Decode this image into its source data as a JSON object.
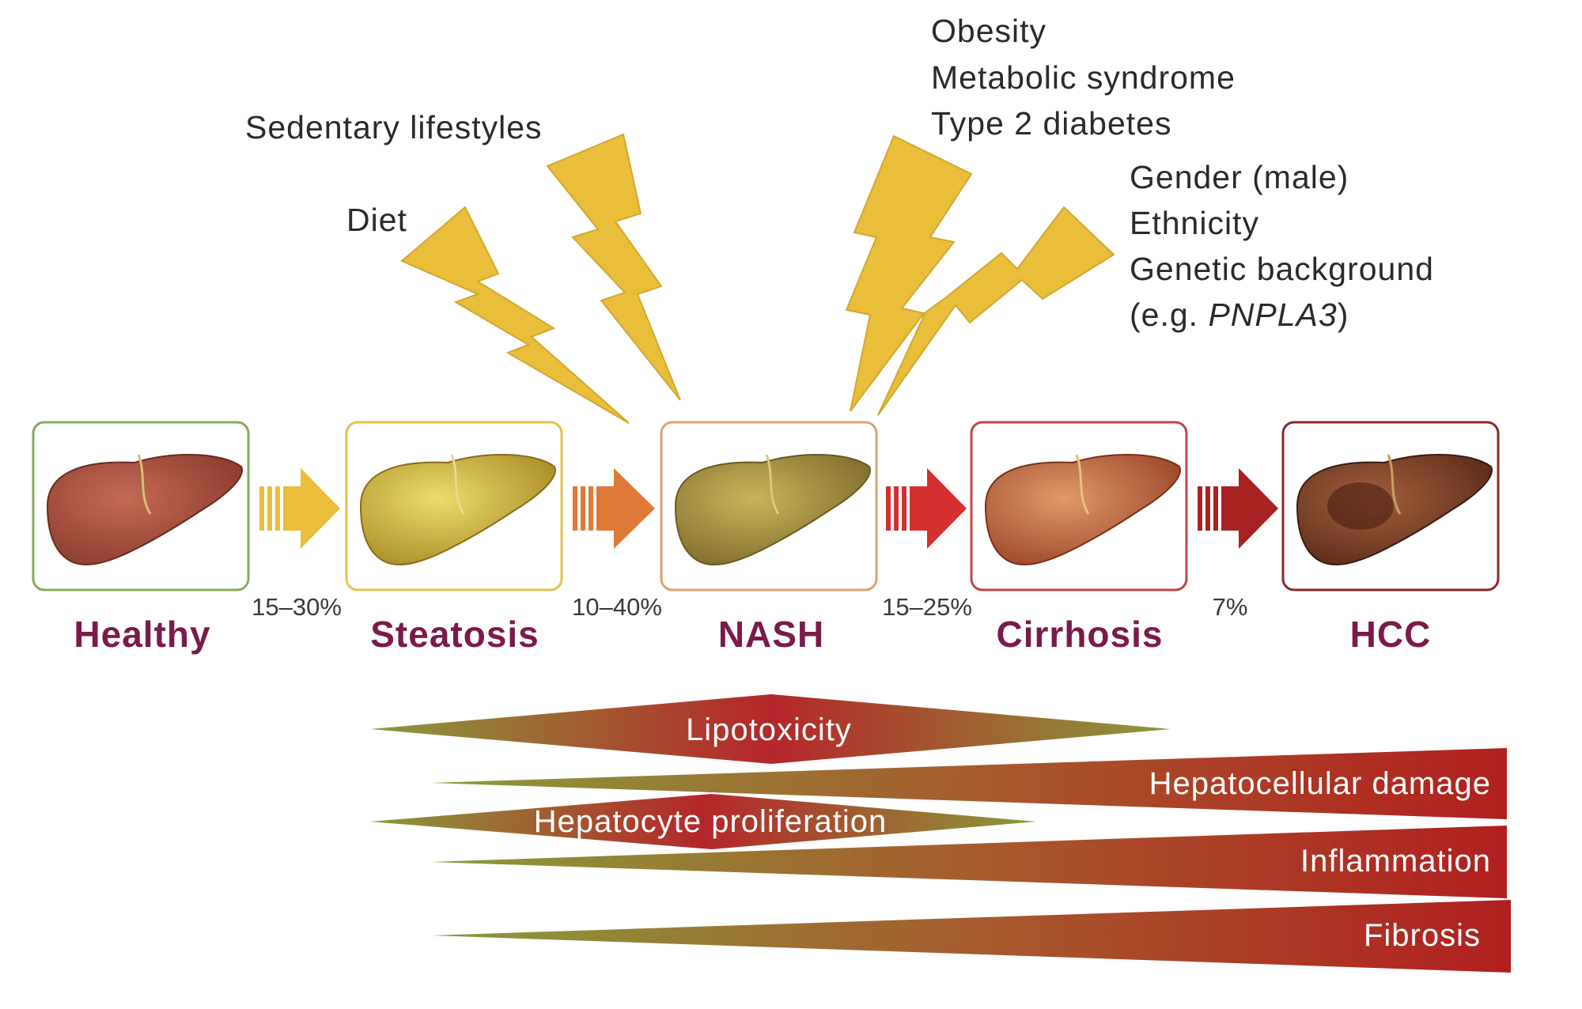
{
  "risk_factors": {
    "left": [
      "Sedentary lifestyles",
      "Diet"
    ],
    "right_top": [
      "Obesity",
      "Metabolic syndrome",
      "Type 2 diabetes"
    ],
    "right_bottom": [
      "Gender (male)",
      "Ethnicity",
      "Genetic background"
    ],
    "gene_prefix": "(e.g. ",
    "gene_name": "PNPLA3",
    "gene_suffix": ")"
  },
  "stages": [
    {
      "label": "Healthy",
      "color": "#a0493a"
    },
    {
      "label": "Steatosis",
      "color": "#c9a93a"
    },
    {
      "label": "NASH",
      "color": "#a9943e"
    },
    {
      "label": "Cirrhosis",
      "color": "#b4552f"
    },
    {
      "label": "HCC",
      "color": "#7a3a22"
    }
  ],
  "transitions": [
    "15–30%",
    "10–40%",
    "15–25%",
    "7%"
  ],
  "processes": [
    "Lipotoxicity",
    "Hepatocellular damage",
    "Hepatocyte proliferation",
    "Inflammation",
    "Fibrosis"
  ],
  "colors": {
    "stage_label": "#7a1a4a",
    "bolt": "#e8be3a",
    "band_start": "#8a9a3a",
    "band_end": "#b01f1f"
  }
}
